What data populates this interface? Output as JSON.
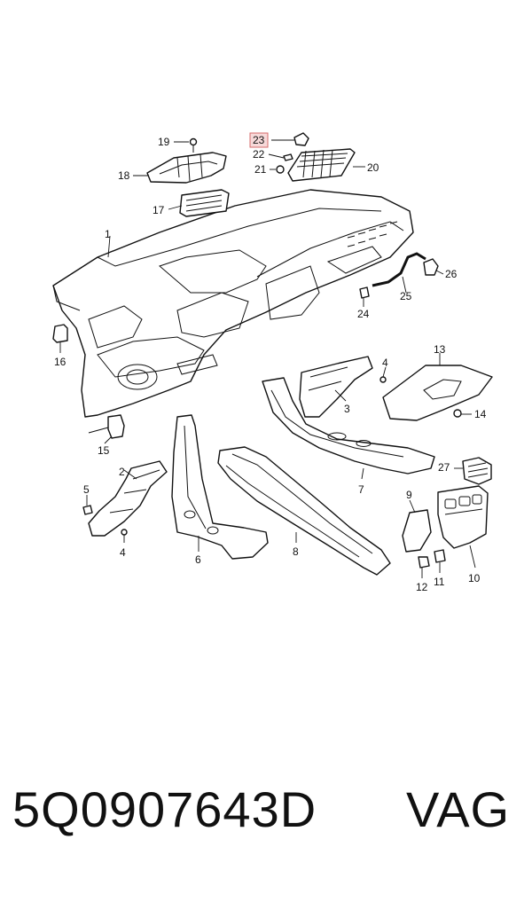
{
  "diagram": {
    "callouts": {
      "c1": "1",
      "c2": "2",
      "c3": "3",
      "c4a": "4",
      "c4b": "4",
      "c5": "5",
      "c6": "6",
      "c7": "7",
      "c8": "8",
      "c9": "9",
      "c10": "10",
      "c11": "11",
      "c12": "12",
      "c13": "13",
      "c14": "14",
      "c15": "15",
      "c16": "16",
      "c17": "17",
      "c18": "18",
      "c19": "19",
      "c20": "20",
      "c21": "21",
      "c22": "22",
      "c23": "23",
      "c24": "24",
      "c25": "25",
      "c26": "26",
      "c27": "27"
    },
    "highlighted_callout": "23",
    "highlight_color": "#d66b6b"
  },
  "footer": {
    "part_number": "5Q0907643D",
    "brand": "VAG"
  }
}
